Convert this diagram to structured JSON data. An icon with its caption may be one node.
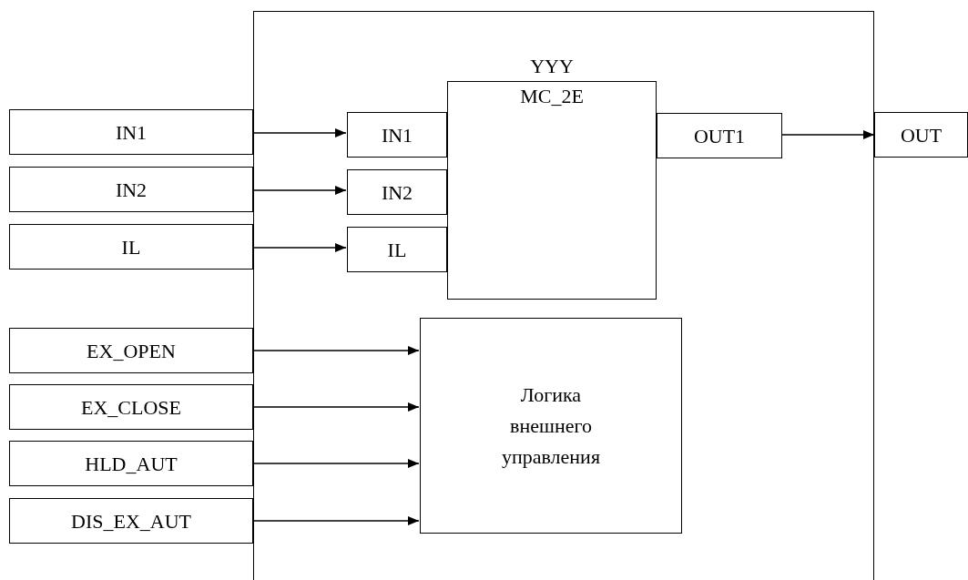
{
  "diagram": {
    "nodes": [
      {
        "text": [],
        "shape": "box"
      },
      {
        "text": [
          "IN1"
        ]
      },
      {
        "text": [
          "IN2"
        ]
      },
      {
        "text": [
          "IL"
        ]
      },
      {
        "text": [
          "YYY",
          "MC_2E"
        ],
        "in": 0
      },
      {
        "text": [
          "IN1"
        ],
        "in": 0
      },
      {
        "text": [
          "IN2"
        ],
        "in": 0
      },
      {
        "text": [
          "IL"
        ],
        "in": 0
      },
      {
        "text": [
          "OUT1"
        ],
        "in": 0
      },
      {
        "text": [
          "OUT"
        ]
      },
      {
        "text": [
          "EX_OPEN"
        ]
      },
      {
        "text": [
          "EX_CLOSE"
        ]
      },
      {
        "text": [
          "HLD_AUT"
        ]
      },
      {
        "text": [
          "DIS_EX_AUT"
        ]
      },
      {
        "text": [
          "Логика внешнего управления"
        ],
        "in": 0
      }
    ],
    "edges": [
      {
        "from": 1,
        "to": 5,
        "arrow": "to"
      },
      {
        "from": 2,
        "to": 6,
        "arrow": "to"
      },
      {
        "from": 3,
        "to": 7,
        "arrow": "to"
      },
      {
        "from": 8,
        "to": 9,
        "arrow": "to"
      },
      {
        "from": 10,
        "to": 14,
        "arrow": "to"
      },
      {
        "from": 11,
        "to": 14,
        "arrow": "to"
      },
      {
        "from": 12,
        "to": 14,
        "arrow": "to"
      },
      {
        "from": 13,
        "to": 14,
        "arrow": "to"
      }
    ]
  }
}
